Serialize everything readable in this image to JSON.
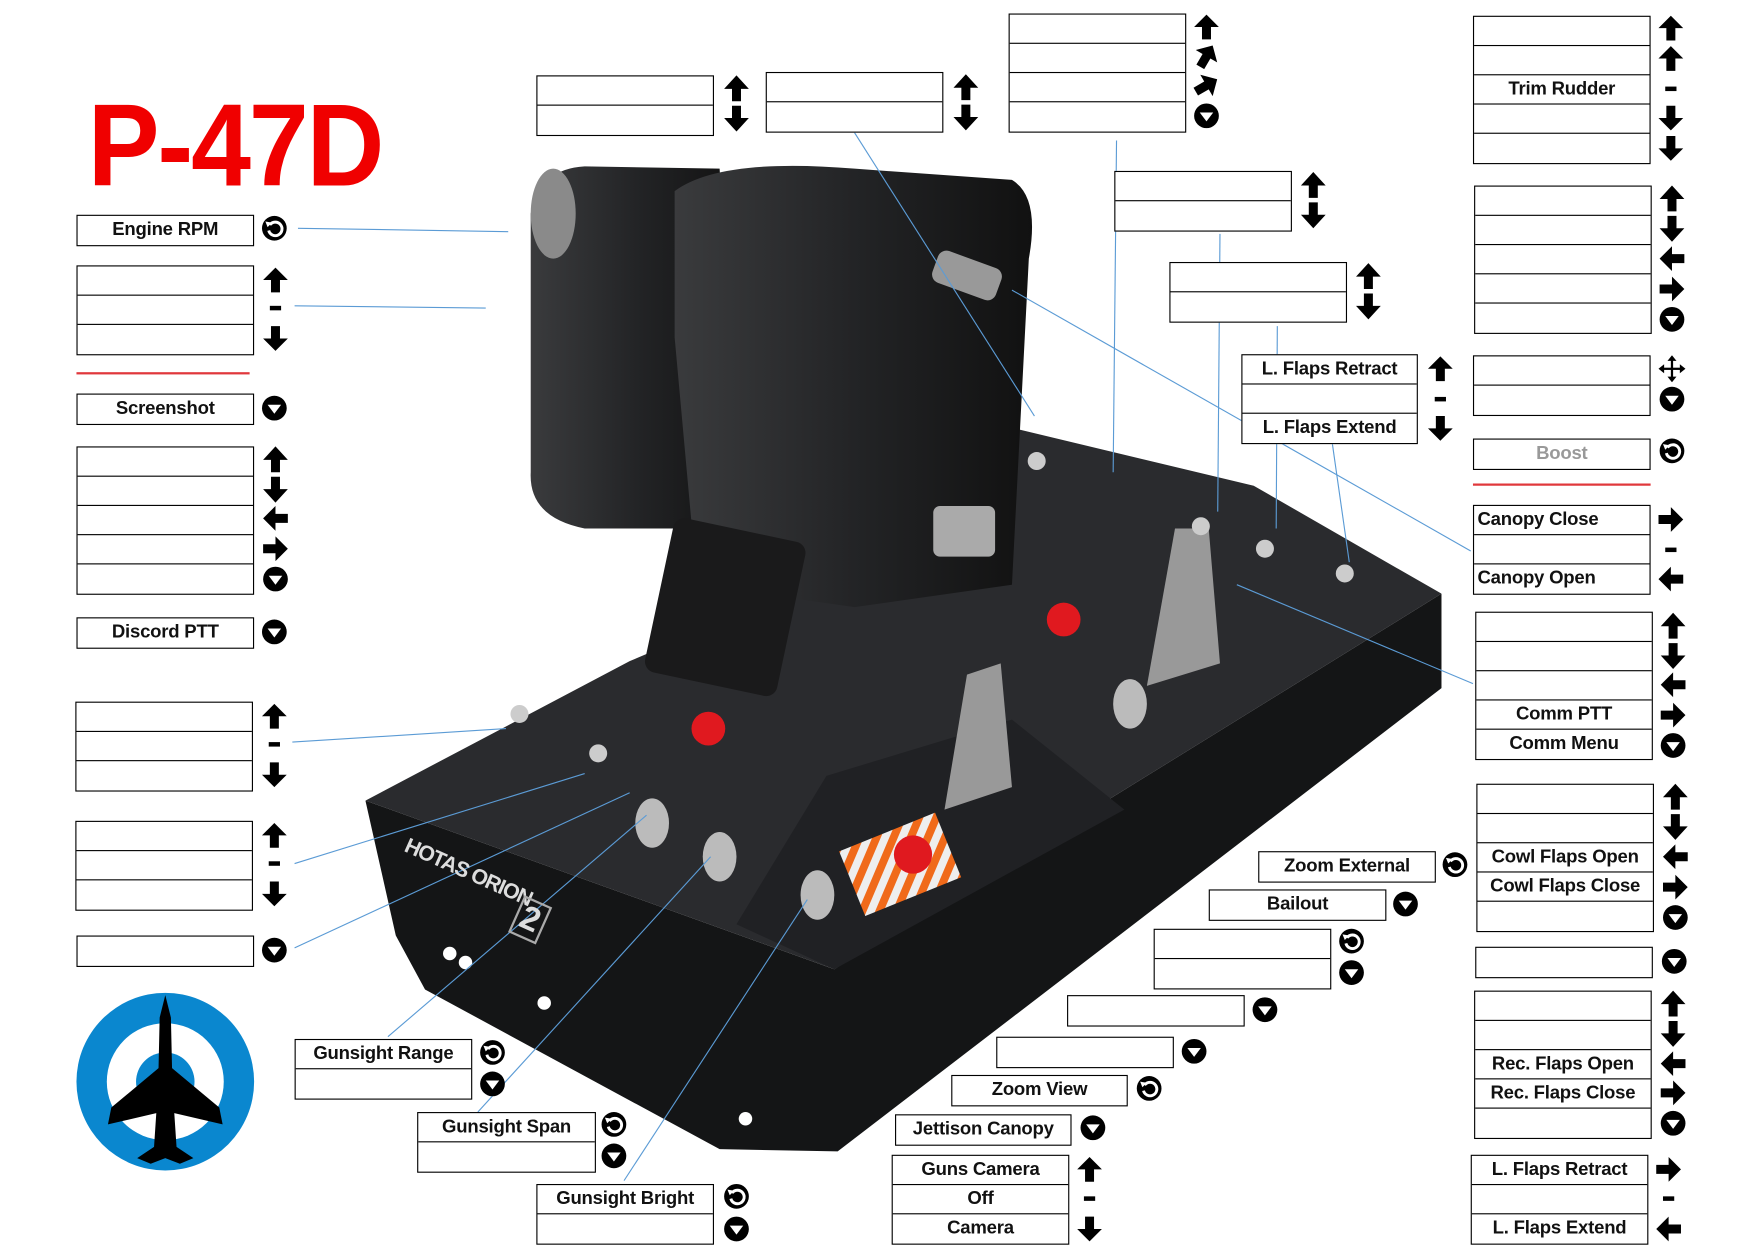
{
  "title": "P-47D",
  "device": {
    "brand": "HOTAS ORION",
    "model": "2"
  },
  "colors": {
    "title": "#f00000",
    "leader_line": "#5b9bd5",
    "roundel": "#0a87cf",
    "divider": "#e0383c",
    "muted_label": "#999999"
  },
  "groups": {
    "engine_rpm": {
      "rows": [
        "Engine RPM"
      ],
      "icons": [
        "rotate-icon"
      ]
    },
    "grp_a": {
      "rows": [
        "",
        "",
        ""
      ],
      "icons": [
        "arrow-up-icon",
        "minus-icon",
        "arrow-down-icon"
      ]
    },
    "screenshot": {
      "rows": [
        "Screenshot"
      ],
      "icons": [
        "circle-down-icon"
      ]
    },
    "grp_b": {
      "rows": [
        "",
        "",
        "",
        "",
        ""
      ],
      "icons": [
        "arrow-updown-icon",
        "arrow-left-icon",
        "arrow-right-icon",
        "circle-down-icon"
      ]
    },
    "discord": {
      "rows": [
        "Discord PTT"
      ],
      "icons": [
        "circle-down-icon"
      ]
    },
    "grp_c": {
      "rows": [
        "",
        "",
        ""
      ],
      "icons": [
        "arrow-up-icon",
        "minus-icon",
        "arrow-down-icon"
      ]
    },
    "grp_d": {
      "rows": [
        "",
        "",
        ""
      ],
      "icons": [
        "arrow-up-icon",
        "minus-icon",
        "arrow-down-icon"
      ]
    },
    "grp_e": {
      "rows": [
        ""
      ],
      "icons": [
        "circle-down-icon"
      ]
    },
    "gun_range": {
      "rows": [
        "Gunsight Range",
        ""
      ],
      "icons": [
        "rotate-icon",
        "circle-down-icon"
      ]
    },
    "gun_span": {
      "rows": [
        "Gunsight Span",
        ""
      ],
      "icons": [
        "rotate-icon",
        "circle-down-icon"
      ]
    },
    "gun_bright": {
      "rows": [
        "Gunsight Bright",
        ""
      ],
      "icons": [
        "rotate-icon",
        "circle-down-icon"
      ]
    },
    "top_a": {
      "rows": [
        "",
        ""
      ],
      "icons": [
        "arrow-updown-icon"
      ]
    },
    "top_b": {
      "rows": [
        "",
        ""
      ],
      "icons": [
        "arrow-updown-icon"
      ]
    },
    "top_c": {
      "rows": [
        "",
        "",
        "",
        ""
      ],
      "icons": [
        "arrow-up-icon",
        "arrow-up-right-icon",
        "arrow-right-up-icon",
        "circle-down-icon"
      ]
    },
    "top_d": {
      "rows": [
        "",
        ""
      ],
      "icons": [
        "arrow-updown-icon"
      ]
    },
    "top_e": {
      "rows": [
        "",
        ""
      ],
      "icons": [
        "arrow-updown-icon"
      ]
    },
    "lflaps_mid": {
      "rows": [
        "L. Flaps Retract",
        "",
        "L. Flaps Extend"
      ],
      "icons": [
        "arrow-up-icon",
        "minus-icon",
        "arrow-down-icon"
      ]
    },
    "trim": {
      "rows": [
        "",
        "",
        "Trim Rudder",
        "",
        ""
      ],
      "icons": [
        "arrow-up-icon",
        "arrow-up-icon",
        "minus-icon",
        "arrow-down-icon",
        "arrow-down-icon"
      ]
    },
    "r_b": {
      "rows": [
        "",
        "",
        "",
        "",
        ""
      ],
      "icons": [
        "arrow-updown-icon",
        "arrow-left-icon",
        "arrow-right-icon",
        "circle-down-icon"
      ]
    },
    "r_c": {
      "rows": [
        "",
        ""
      ],
      "icons": [
        "move-icon",
        "circle-down-icon"
      ]
    },
    "boost": {
      "rows": [
        "Boost"
      ],
      "icons": [
        "rotate-icon"
      ]
    },
    "canopy": {
      "rows": [
        "Canopy Close",
        "",
        "Canopy Open"
      ],
      "icons": [
        "arrow-right-icon",
        "minus-icon",
        "arrow-left-icon"
      ]
    },
    "comm": {
      "rows": [
        "",
        "",
        "",
        "Comm PTT",
        "Comm Menu"
      ],
      "icons": [
        "arrow-updown-icon",
        "arrow-left-icon",
        "arrow-right-icon",
        "circle-down-icon"
      ]
    },
    "cowl": {
      "rows": [
        "",
        "",
        "Cowl Flaps Open",
        "Cowl Flaps Close",
        ""
      ],
      "icons": [
        "arrow-updown-icon",
        "arrow-left-icon",
        "arrow-right-icon",
        "circle-down-icon"
      ]
    },
    "r_single": {
      "rows": [
        ""
      ],
      "icons": [
        "circle-down-icon"
      ]
    },
    "rec": {
      "rows": [
        "",
        "",
        "Rec. Flaps Open",
        "Rec. Flaps Close",
        ""
      ],
      "icons": [
        "arrow-updown-icon",
        "arrow-left-icon",
        "arrow-right-icon",
        "circle-down-icon"
      ]
    },
    "lflaps_r": {
      "rows": [
        "L. Flaps Retract",
        "",
        "L. Flaps Extend"
      ],
      "icons": [
        "arrow-right-icon",
        "minus-icon",
        "arrow-left-icon"
      ]
    },
    "zoom_ext": {
      "rows": [
        "Zoom External"
      ],
      "icons": [
        "rotate-icon"
      ]
    },
    "bailout": {
      "rows": [
        "Bailout"
      ],
      "icons": [
        "circle-down-icon"
      ]
    },
    "m_two": {
      "rows": [
        "",
        ""
      ],
      "icons": [
        "rotate-icon",
        "circle-down-icon"
      ]
    },
    "m_s1": {
      "rows": [
        ""
      ],
      "icons": [
        "circle-down-icon"
      ]
    },
    "m_s2": {
      "rows": [
        ""
      ],
      "icons": [
        "circle-down-icon"
      ]
    },
    "zoom_view": {
      "rows": [
        "Zoom View"
      ],
      "icons": [
        "rotate-icon"
      ]
    },
    "jettison": {
      "rows": [
        "Jettison Canopy"
      ],
      "icons": [
        "circle-down-icon"
      ]
    },
    "guns_cam": {
      "rows": [
        "Guns Camera",
        "Off",
        "Camera"
      ],
      "icons": [
        "arrow-up-icon",
        "minus-icon",
        "arrow-down-icon"
      ]
    }
  }
}
